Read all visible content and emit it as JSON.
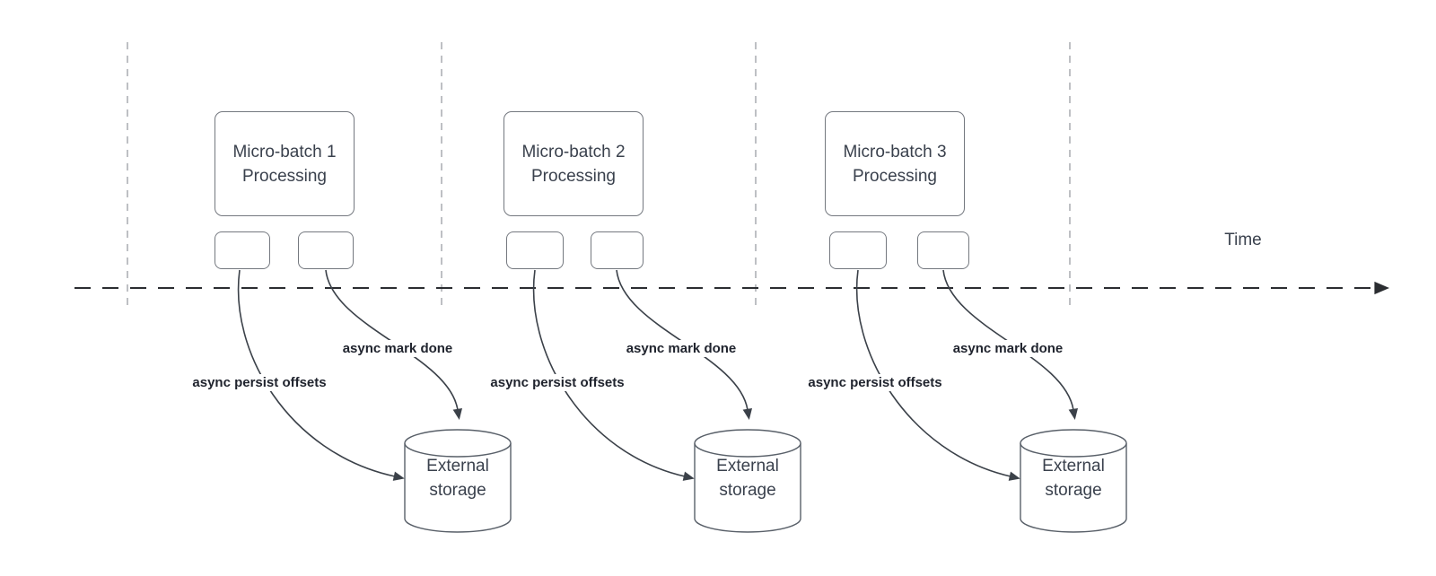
{
  "timeline": {
    "label": "Time"
  },
  "groups": [
    {
      "title_line1": "Micro-batch 1",
      "title_line2": "Processing",
      "persist_label": "async persist offsets",
      "done_label": "async mark done",
      "storage_line1": "External",
      "storage_line2": "storage"
    },
    {
      "title_line1": "Micro-batch 2",
      "title_line2": "Processing",
      "persist_label": "async persist offsets",
      "done_label": "async mark done",
      "storage_line1": "External",
      "storage_line2": "storage"
    },
    {
      "title_line1": "Micro-batch 3",
      "title_line2": "Processing",
      "persist_label": "async persist offsets",
      "done_label": "async mark done",
      "storage_line1": "External",
      "storage_line2": "storage"
    }
  ],
  "colors": {
    "background": "#ffffff",
    "shape_border": "#74787f",
    "cylinder_border": "#596069",
    "arrow_stroke": "#3b4149",
    "timeline_stroke": "#2b2d31",
    "grid_line": "#a8abb0",
    "shape_text": "#3a414d",
    "label_text": "#20242e"
  }
}
